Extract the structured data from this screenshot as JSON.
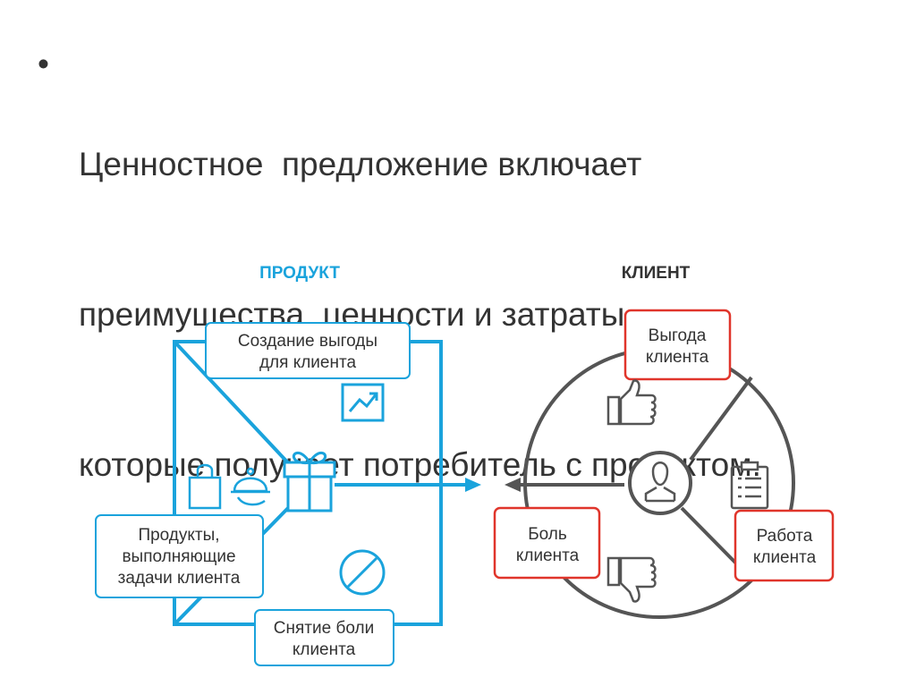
{
  "slide": {
    "bullet_symbol": "•",
    "bullet_lines": [
      "Ценностное  предложение включает",
      "преимущества, ценности и затраты,",
      "которые получает потребитель с продуктом."
    ]
  },
  "diagram": {
    "product_title": "ПРОДУКТ",
    "client_title": "КЛИЕНТ",
    "product_boxes": {
      "gain_creators": [
        "Создание выгоды",
        "для клиента"
      ],
      "products_services": [
        "Продукты,",
        "выполняющие",
        "задачи клиента"
      ],
      "pain_relievers": [
        "Снятие боли",
        "клиента"
      ]
    },
    "client_boxes": {
      "gains": [
        "Выгода",
        "клиента"
      ],
      "pains": [
        "Боль",
        "клиента"
      ],
      "jobs": [
        "Работа",
        "клиента"
      ]
    },
    "icons": [
      "chart-up-icon",
      "gift-icon",
      "shopping-bag-icon",
      "service-cloche-icon",
      "no-pain-icon",
      "thumbs-up-icon",
      "thumbs-down-icon",
      "user-icon",
      "clipboard-icon"
    ],
    "colors": {
      "product": "#1aa3dc",
      "client_circle": "#555555",
      "client_box_border": "#e0352b",
      "text": "#333333"
    }
  }
}
